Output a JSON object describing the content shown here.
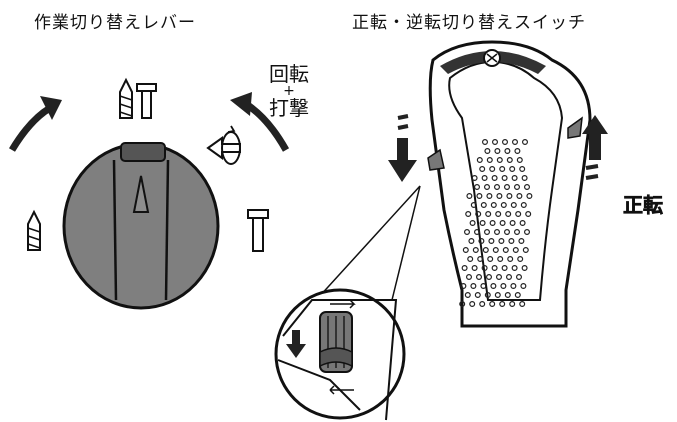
{
  "labels": {
    "mode_lever": "作業切り替えレバー",
    "direction_switch": "正転・逆転切り替えスイッチ",
    "rotation": "回転",
    "plus": "+",
    "impact": "打撃",
    "forward": "正転"
  },
  "icons": {
    "drill_bit_top": "drill-bit-icon",
    "drill_bit_left": "drill-bit-icon",
    "bolt_top": "bolt-icon",
    "bolt_right": "bolt-icon",
    "hammer_rotation": "rotation-hammer-icon"
  },
  "colors": {
    "dial": "#7f7f7f",
    "dial_top": "#5a5a5a",
    "tool_body": "#ffffff",
    "dark": "#222222"
  }
}
